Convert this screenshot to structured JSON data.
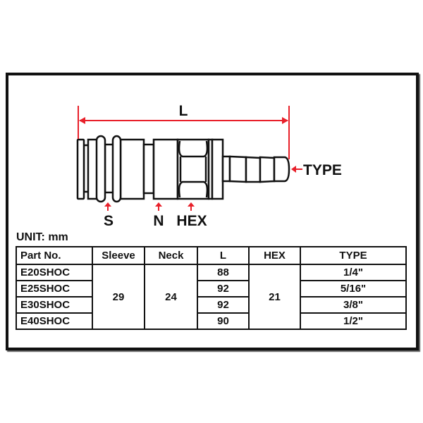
{
  "diagram": {
    "labels": {
      "length": "L",
      "sleeve": "S",
      "neck": "N",
      "hex": "HEX",
      "type": "TYPE"
    },
    "colors": {
      "dimension": "#e8202a",
      "outline": "#111111"
    }
  },
  "unit_label": "UNIT: mm",
  "table": {
    "headers": [
      "Part No.",
      "Sleeve",
      "Neck",
      "L",
      "HEX",
      "TYPE"
    ],
    "sleeve": "29",
    "neck": "24",
    "hex": "21",
    "rows": [
      {
        "part": "E20SHOC",
        "l": "88",
        "type": "1/4\""
      },
      {
        "part": "E25SHOC",
        "l": "92",
        "type": "5/16\""
      },
      {
        "part": "E30SHOC",
        "l": "92",
        "type": "3/8\""
      },
      {
        "part": "E40SHOC",
        "l": "90",
        "type": "1/2\""
      }
    ]
  }
}
